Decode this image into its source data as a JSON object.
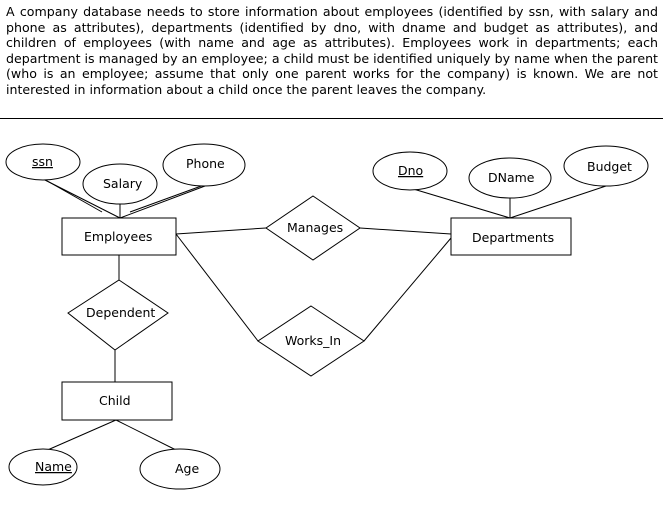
{
  "problem_text": "A company database needs to store information about employees (identified by ssn, with salary and phone as attributes), departments (identified by dno, with dname and budget as attributes), and children of employees (with name and age as attributes). Employees work in departments; each department is managed by an employee; a child must be identified uniquely by name when the parent (who is an employee; assume that only one parent works for the company) is known. We are not interested in information about a child once the parent leaves the company.",
  "entities": {
    "employees": "Employees",
    "departments": "Departments",
    "child": "Child"
  },
  "relationships": {
    "manages": "Manages",
    "works_in": "Works_In",
    "dependent": "Dependent"
  },
  "attributes": {
    "ssn": "ssn",
    "salary": "Salary",
    "phone": "Phone",
    "dno": "Dno",
    "dname": "DName",
    "budget": "Budget",
    "name": "Name",
    "age": "Age"
  },
  "key_attributes": [
    "ssn",
    "Dno",
    "Name"
  ]
}
